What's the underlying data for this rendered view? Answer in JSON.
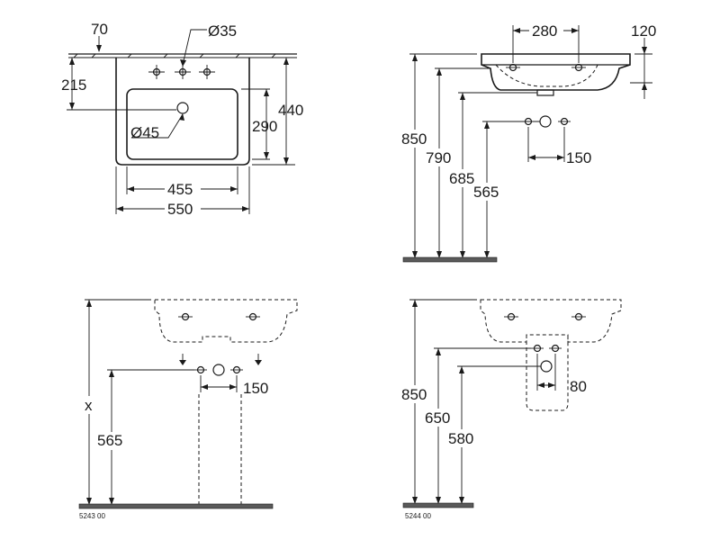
{
  "top_view": {
    "d70": "70",
    "d35": "Ø35",
    "d215": "215",
    "d45": "Ø45",
    "d290": "290",
    "d440": "440",
    "d455": "455",
    "d550": "550"
  },
  "side_view": {
    "d280": "280",
    "d120": "120",
    "d850": "850",
    "d790": "790",
    "d685": "685",
    "d565": "565",
    "d150": "150"
  },
  "pedestal_view": {
    "dx": "x",
    "d565": "565",
    "d150": "150",
    "code": "5243 00"
  },
  "semi_pedestal_view": {
    "d850": "850",
    "d650": "650",
    "d580": "580",
    "d80": "80",
    "code": "5244 00"
  }
}
